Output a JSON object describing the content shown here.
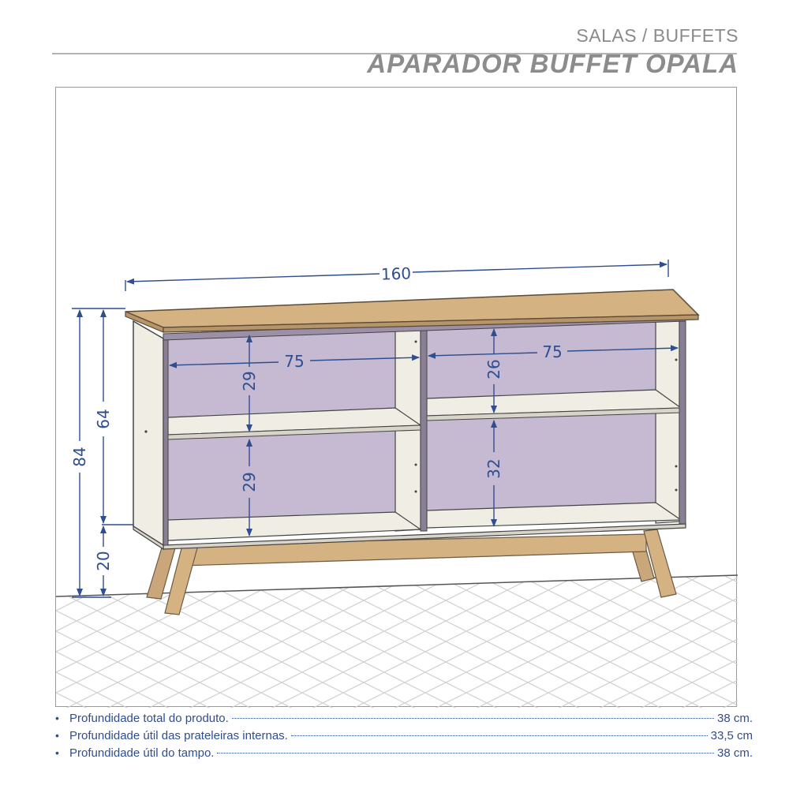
{
  "header": {
    "breadcrumb": "SALAS  / BUFFETS",
    "title": "APARADOR BUFFET OPALA"
  },
  "dimensions": {
    "width_total": "160",
    "left_niche_width": "75",
    "right_niche_width": "75",
    "left_upper_height": "29",
    "left_lower_height": "29",
    "right_upper_height": "26",
    "right_lower_height": "32",
    "total_height": "84",
    "body_height": "64",
    "leg_height": "20"
  },
  "specs": [
    {
      "bullet": "•",
      "label": "Profundidade total do produto.",
      "value": "38 cm."
    },
    {
      "bullet": "•",
      "label": "Profundidade útil das prateleiras internas.",
      "value": "33,5 cm"
    },
    {
      "bullet": "•",
      "label": "Profundidade útil do tampo.",
      "value": "38 cm."
    }
  ],
  "colors": {
    "dimension": "#2f4e8f",
    "wood": "#d4b282",
    "wood_dark": "#b7956a",
    "back_panel": "#c6bad3",
    "carcass": "#efede4",
    "floor_tile": "#dcdcdc"
  }
}
